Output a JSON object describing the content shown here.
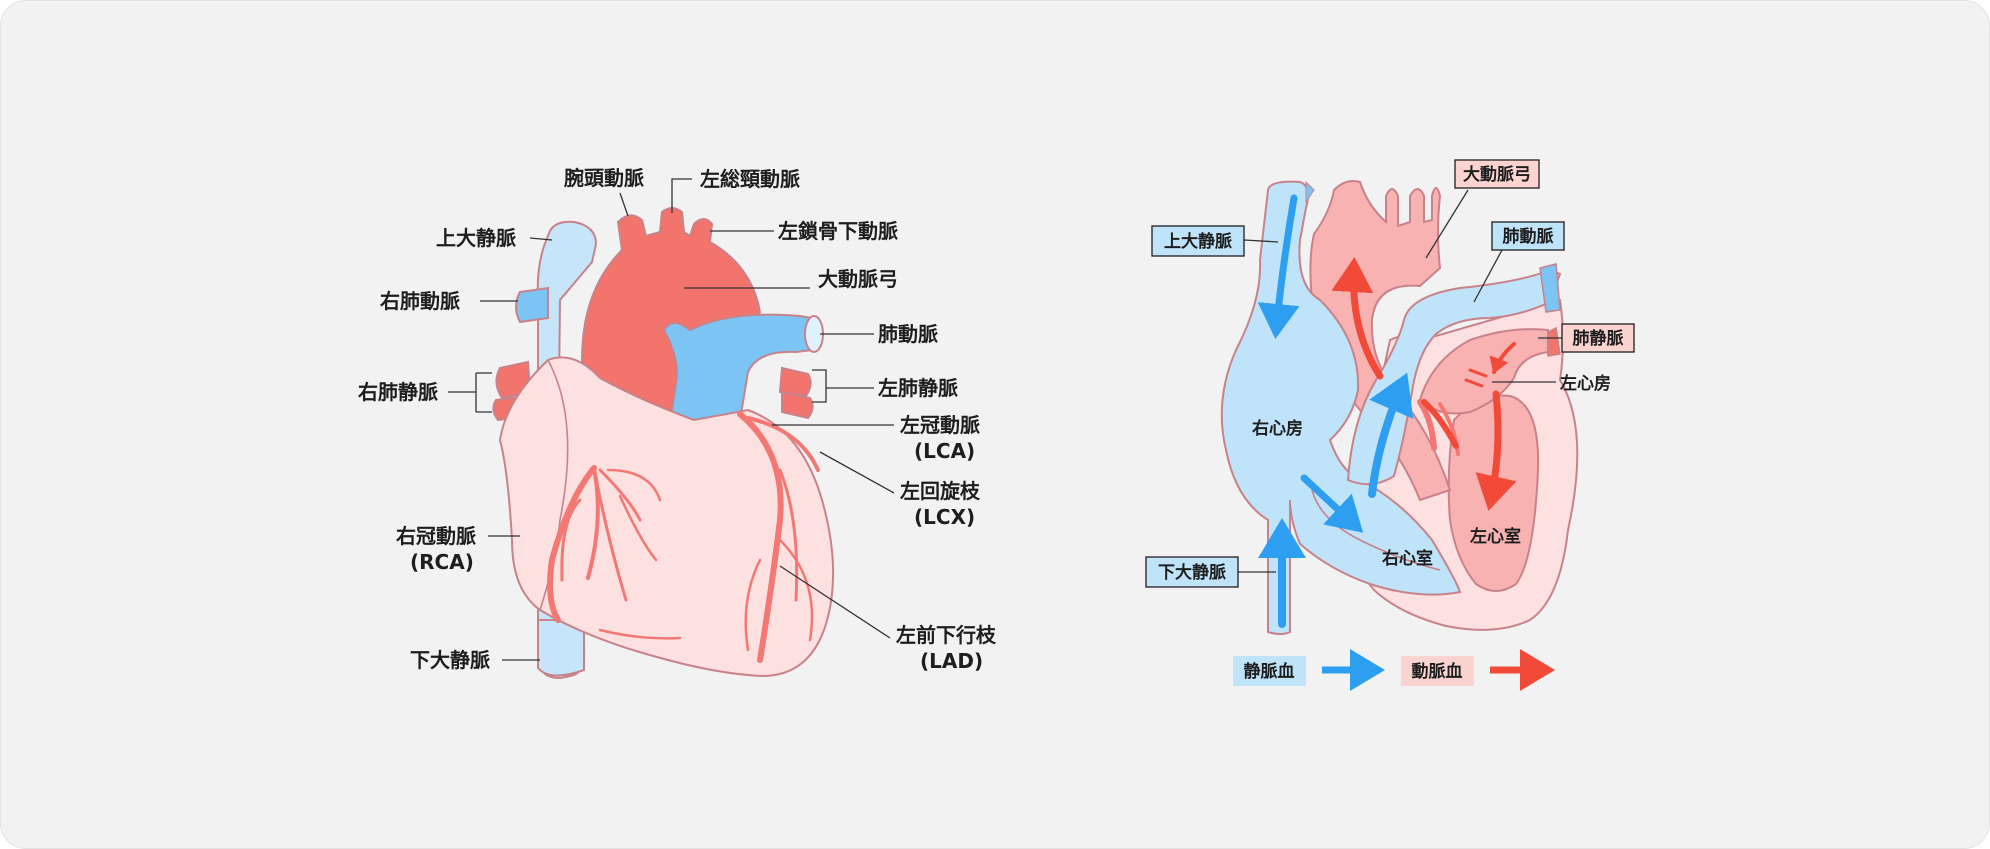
{
  "colors": {
    "background": "#f2f2f2",
    "arterial_red": "#f2746c",
    "venous_blue": "#7cc4f4",
    "heart_pink": "#fde0e0",
    "coronary": "#f37873",
    "outline": "#c8828a",
    "arrow_blue": "#2e9ff0",
    "arrow_red": "#f24a38",
    "label_blue_bg": "#bfe3f8",
    "label_pink_bg": "#fbd3d1"
  },
  "left_diagram": {
    "labels": {
      "brachiocephalic": "腕頭動脈",
      "left_common_carotid": "左総頸動脈",
      "left_subclavian": "左鎖骨下動脈",
      "superior_vena_cava": "上大静脈",
      "aortic_arch": "大動脈弓",
      "right_pulmonary_artery": "右肺動脈",
      "pulmonary_artery": "肺動脈",
      "right_pulmonary_vein": "右肺静脈",
      "left_pulmonary_vein": "左肺静脈",
      "lca": "左冠動脈",
      "lca_abbr": "(LCA)",
      "lcx": "左回旋枝",
      "lcx_abbr": "(LCX)",
      "rca": "右冠動脈",
      "rca_abbr": "(RCA)",
      "lad": "左前下行枝",
      "lad_abbr": "(LAD)",
      "inferior_vena_cava": "下大静脈"
    }
  },
  "right_diagram": {
    "labels": {
      "aortic_arch": "大動脈弓",
      "superior_vena_cava": "上大静脈",
      "pulmonary_artery": "肺動脈",
      "pulmonary_vein": "肺静脈",
      "left_atrium": "左心房",
      "right_atrium": "右心房",
      "left_ventricle": "左心室",
      "right_ventricle": "右心室",
      "inferior_vena_cava": "下大静脈"
    },
    "legend": {
      "venous": "静脈血",
      "arterial": "動脈血"
    }
  }
}
